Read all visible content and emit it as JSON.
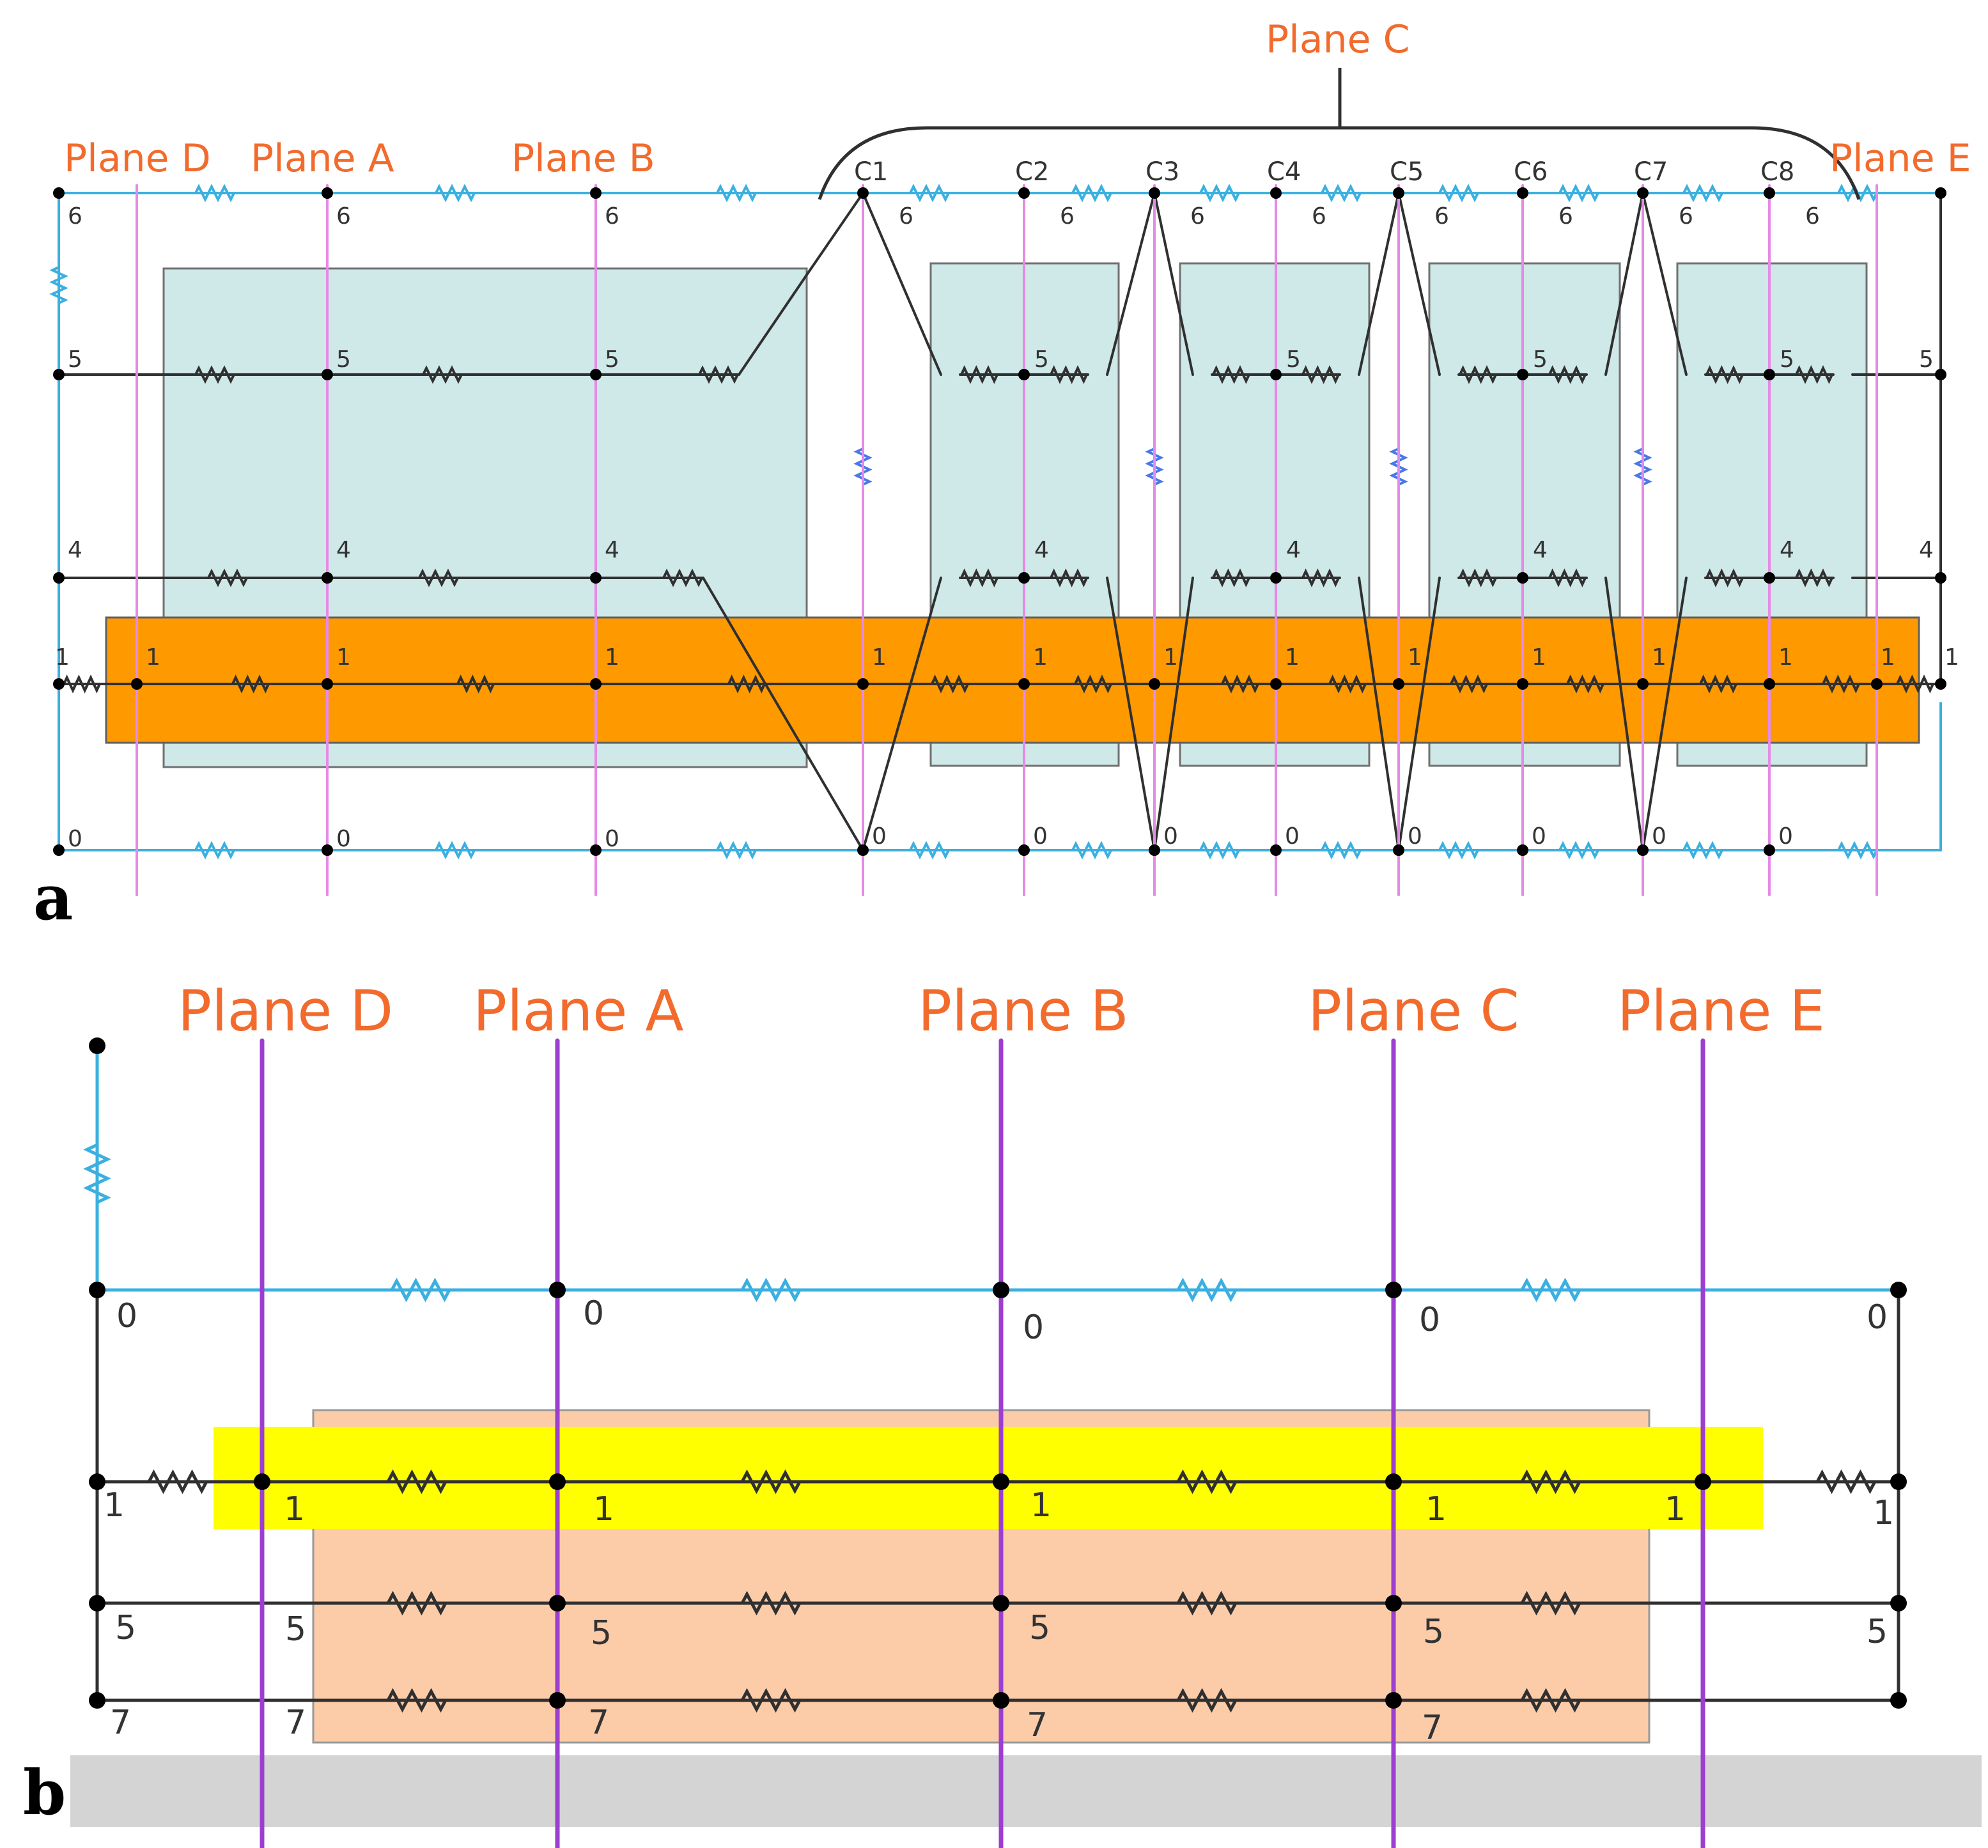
{
  "colors": {
    "plane_label": "#f26b2d",
    "blue_wire": "#3bb0e0",
    "black_wire": "#303030",
    "pink_plane": "#e58ae6",
    "purple_plane": "#9c3fd1",
    "steel_fill": "#cfe8e8",
    "orange_strip": "#ff9900",
    "yellow_strip": "#ffff00",
    "peach_fill": "#fccca9",
    "gray_base": "#d4d4d4",
    "vertical_blue": "#4a78e8"
  },
  "panel_a": {
    "letter": "a",
    "plane_labels": {
      "D": "Plane D",
      "A": "Plane A",
      "B": "Plane B",
      "C": "Plane C",
      "E": "Plane E"
    },
    "column_labels": [
      "C1",
      "C2",
      "C3",
      "C4",
      "C5",
      "C6",
      "C7",
      "C8"
    ],
    "node_numbers": {
      "n6": "6",
      "n5": "5",
      "n4": "4",
      "n1": "1",
      "n0": "0"
    }
  },
  "panel_b": {
    "letter": "b",
    "plane_labels": {
      "D": "Plane D",
      "A": "Plane A",
      "B": "Plane B",
      "C": "Plane C",
      "E": "Plane E"
    },
    "node_numbers": {
      "n0": "0",
      "n1": "1",
      "n5": "5",
      "n7": "7"
    }
  }
}
